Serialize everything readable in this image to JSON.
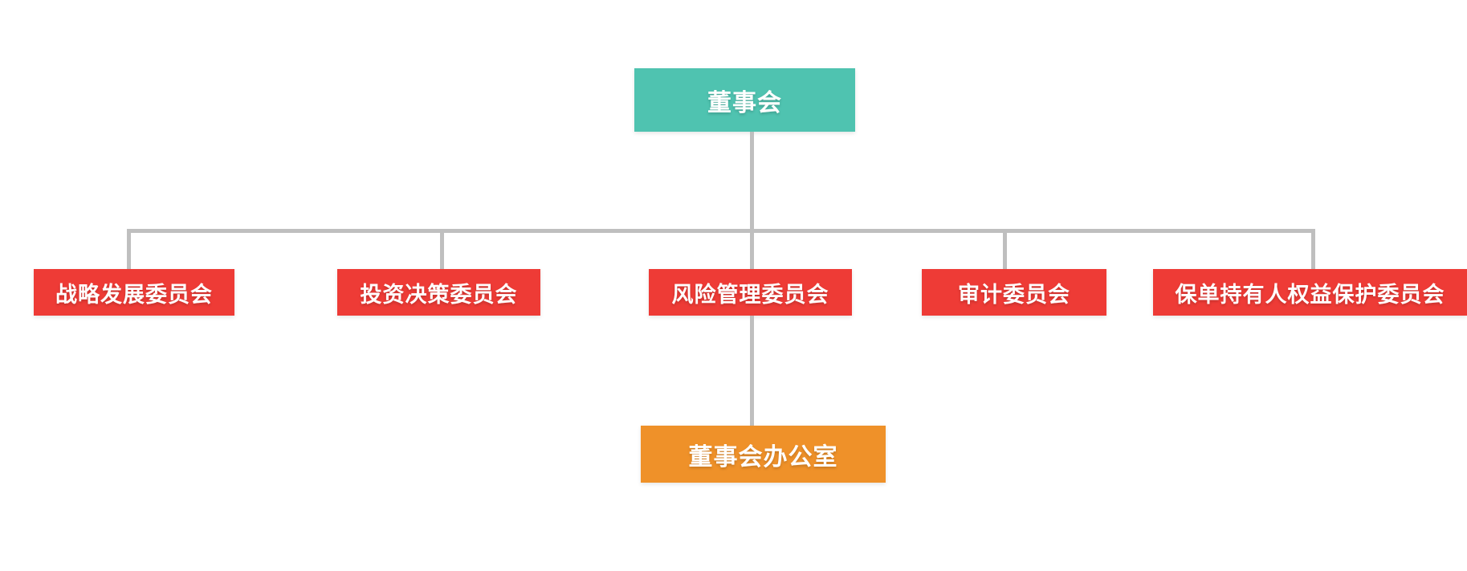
{
  "chart_data": {
    "type": "diagram",
    "diagram_kind": "organization-chart",
    "title": "",
    "orientation": "top-down",
    "colors": {
      "root": "#4FC3B0",
      "committee": "#EE3B36",
      "office": "#EF9129",
      "connector": "#BFBFBF",
      "background": "#FFFFFF",
      "text": "#FFFFFF"
    },
    "nodes": [
      {
        "id": "board",
        "label": "董事会",
        "level": 0,
        "color": "#4FC3B0"
      },
      {
        "id": "strategy",
        "label": "战略发展委员会",
        "level": 1,
        "color": "#EE3B36"
      },
      {
        "id": "investment",
        "label": "投资决策委员会",
        "level": 1,
        "color": "#EE3B36"
      },
      {
        "id": "risk",
        "label": "风险管理委员会",
        "level": 1,
        "color": "#EE3B36"
      },
      {
        "id": "audit",
        "label": "审计委员会",
        "level": 1,
        "color": "#EE3B36"
      },
      {
        "id": "policyholder",
        "label": "保单持有人权益保护委员会",
        "level": 1,
        "color": "#EE3B36"
      },
      {
        "id": "office",
        "label": "董事会办公室",
        "level": 2,
        "color": "#EF9129"
      }
    ],
    "edges": [
      {
        "from": "board",
        "to": "strategy"
      },
      {
        "from": "board",
        "to": "investment"
      },
      {
        "from": "board",
        "to": "risk"
      },
      {
        "from": "board",
        "to": "audit"
      },
      {
        "from": "board",
        "to": "policyholder"
      },
      {
        "from": "risk",
        "to": "office"
      }
    ]
  },
  "root": {
    "label": "董事会"
  },
  "committees": [
    {
      "label": "战略发展委员会"
    },
    {
      "label": "投资决策委员会"
    },
    {
      "label": "风险管理委员会"
    },
    {
      "label": "审计委员会"
    },
    {
      "label": "保单持有人权益保护委员会"
    }
  ],
  "office": {
    "label": "董事会办公室"
  }
}
